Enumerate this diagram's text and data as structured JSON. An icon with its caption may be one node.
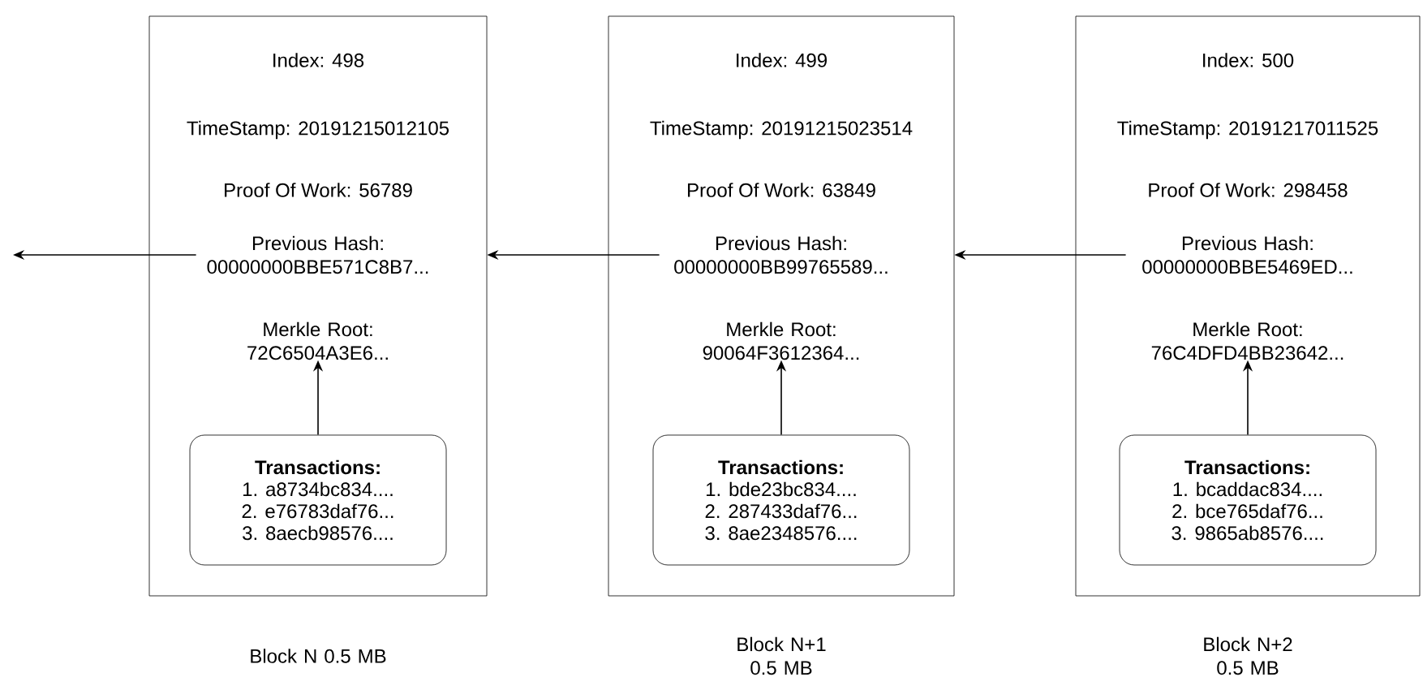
{
  "diagram": {
    "nodes": [
      {
        "text": [
          "Index: 498",
          "TimeStamp: 20191215012105",
          "Proof Of Work: 56789"
        ],
        "beside": [
          "Block N 0.5 MB"
        ]
      },
      {
        "text": [
          "Previous Hash: 00000000BBE571C8B7..."
        ],
        "in": 0
      },
      {
        "text": [
          "Merkle Root: 72C6504A3E6..."
        ],
        "in": 0
      },
      {
        "text": [
          "Transactions:",
          "1. a8734bc834....",
          "2. e76783daf76...",
          "3. 8aecb98576...."
        ],
        "in": 0
      },
      {
        "text": [
          "Index: 499",
          "TimeStamp: 20191215023514",
          "Proof Of Work: 63849"
        ],
        "beside": [
          "Block N+1 0.5 MB"
        ]
      },
      {
        "text": [
          "Previous Hash: 00000000BB99765589..."
        ],
        "in": 4
      },
      {
        "text": [
          "Merkle Root: 90064F3612364..."
        ],
        "in": 4
      },
      {
        "text": [
          "Transactions:",
          "1. bde23bc834....",
          "2. 287433daf76...",
          "3. 8ae2348576...."
        ],
        "in": 4
      },
      {
        "text": [
          "Index: 500",
          "TimeStamp: 20191217011525",
          "Proof Of Work: 298458"
        ],
        "beside": [
          "Block N+2 0.5 MB"
        ]
      },
      {
        "text": [
          "Previous Hash: 00000000BBE5469ED..."
        ],
        "in": 8
      },
      {
        "text": [
          "Merkle Root: 76C4DFD4BB23642..."
        ],
        "in": 8
      },
      {
        "text": [
          "Transactions:",
          "1. bcaddac834....",
          "2. bce765daf76...",
          "3. 9865ab8576...."
        ],
        "in": 8
      }
    ],
    "edges": [
      {
        "from": 3,
        "to": 2,
        "arrow": "to"
      },
      {
        "from": 1,
        "to": null,
        "arrow": "to"
      },
      {
        "from": 7,
        "to": 6,
        "arrow": "to"
      },
      {
        "from": 5,
        "to": 0,
        "arrow": "to"
      },
      {
        "from": 11,
        "to": 10,
        "arrow": "to"
      },
      {
        "from": 9,
        "to": 4,
        "arrow": "to"
      }
    ]
  }
}
